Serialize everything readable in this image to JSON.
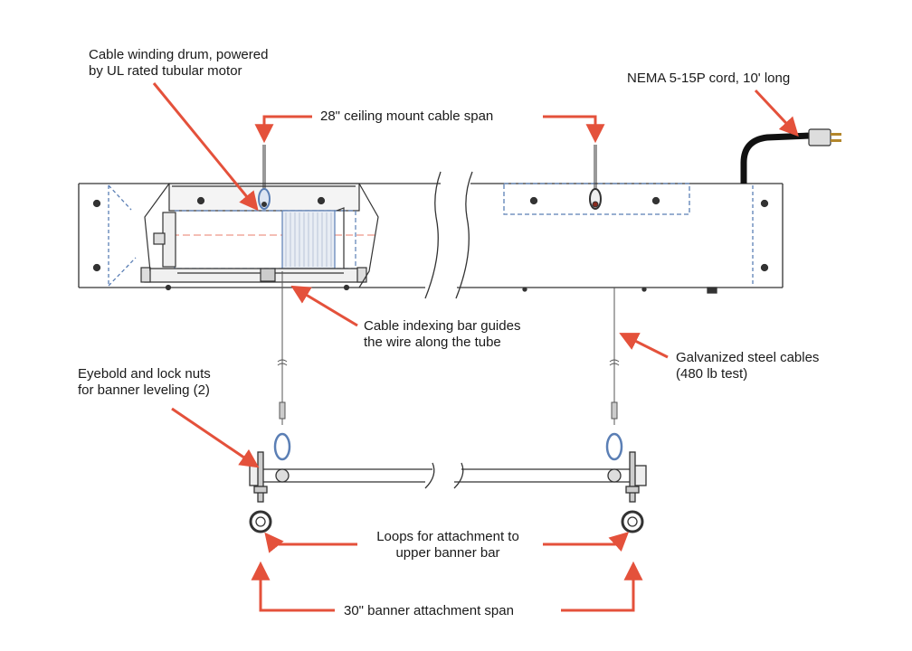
{
  "labels": {
    "drum_line1": "Cable winding drum, powered",
    "drum_line2": "by UL rated tubular motor",
    "cord": "NEMA 5-15P cord, 10' long",
    "ceiling_span": "28\" ceiling mount cable span",
    "indexing_line1": "Cable indexing bar guides",
    "indexing_line2": "the wire along the tube",
    "cables_line1": "Galvanized steel cables",
    "cables_line2": "(480 lb test)",
    "eyebolt_line1": "Eyebold and lock nuts",
    "eyebolt_line2": "for banner leveling (2)",
    "loops_line1": "Loops for attachment to",
    "loops_line2": "upper banner bar",
    "banner_span": "30\" banner attachment span"
  },
  "colors": {
    "arrow": "#e4513b",
    "line": "#333333",
    "dashed": "#5b7fb5",
    "cord": "#111111"
  }
}
